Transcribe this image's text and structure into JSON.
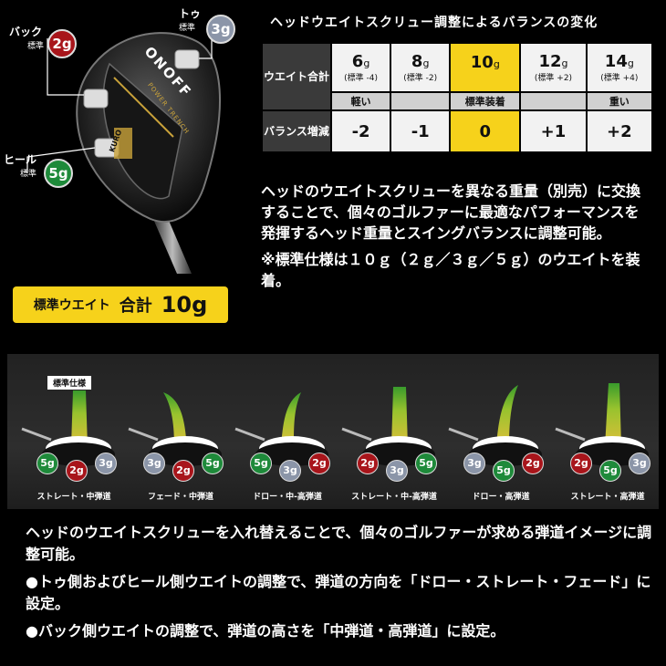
{
  "club": {
    "back": {
      "label": "バック",
      "sub": "標準",
      "weight": "2g"
    },
    "toe": {
      "label": "トゥ",
      "sub": "標準",
      "weight": "3g"
    },
    "heel": {
      "label": "ヒール",
      "sub": "標準",
      "weight": "5g"
    },
    "brand": "ONOFF",
    "head_text": "POWER TRENCH",
    "badge": "KURO"
  },
  "total": {
    "label": "標準ウエイト",
    "sum": "合計",
    "value": "10g"
  },
  "table": {
    "title": "ヘッドウエイトスクリュー調整によるバランスの変化",
    "row1_header": "ウエイト合計",
    "row2_header": "バランス増減",
    "columns": [
      {
        "weight": "6",
        "unit": "g",
        "std": "(標準 -4)",
        "note": "軽い",
        "balance": "-2",
        "highlight": false
      },
      {
        "weight": "8",
        "unit": "g",
        "std": "(標準 -2)",
        "note": "",
        "balance": "-1",
        "highlight": false
      },
      {
        "weight": "10",
        "unit": "g",
        "std": "",
        "note": "標準装着",
        "balance": "0",
        "highlight": true
      },
      {
        "weight": "12",
        "unit": "g",
        "std": "(標準 +2)",
        "note": "",
        "balance": "+1",
        "highlight": false
      },
      {
        "weight": "14",
        "unit": "g",
        "std": "(標準 +4)",
        "note": "重い",
        "balance": "+2",
        "highlight": false
      }
    ]
  },
  "desc": {
    "p1": "ヘッドのウエイトスクリューを異なる重量（別売）に交換することで、個々のゴルファーに最適なパフォーマンスを発揮するヘッド重量とスイングバランスに調整可能。",
    "p2": "※標準仕様は１０ｇ（２ｇ／３ｇ／５ｇ）のウエイトを装着。"
  },
  "panel": {
    "std_tag": "標準仕様",
    "units": [
      {
        "caption": "ストレート・中弾道",
        "left": "5g",
        "mid": "2g",
        "right": "3g",
        "left_c": "#1e8a3a",
        "mid_c": "#a8151b",
        "right_c": "#8b95a8"
      },
      {
        "caption": "フェード・中弾道",
        "left": "3g",
        "mid": "2g",
        "right": "5g",
        "left_c": "#8b95a8",
        "mid_c": "#a8151b",
        "right_c": "#1e8a3a"
      },
      {
        "caption": "ドロー・中-高弾道",
        "left": "5g",
        "mid": "3g",
        "right": "2g",
        "left_c": "#1e8a3a",
        "mid_c": "#8b95a8",
        "right_c": "#a8151b"
      },
      {
        "caption": "ストレート・中-高弾道",
        "left": "2g",
        "mid": "3g",
        "right": "5g",
        "left_c": "#a8151b",
        "mid_c": "#8b95a8",
        "right_c": "#1e8a3a"
      },
      {
        "caption": "ドロー・高弾道",
        "left": "3g",
        "mid": "5g",
        "right": "2g",
        "left_c": "#8b95a8",
        "mid_c": "#1e8a3a",
        "right_c": "#a8151b"
      },
      {
        "caption": "ストレート・高弾道",
        "left": "2g",
        "mid": "5g",
        "right": "3g",
        "left_c": "#a8151b",
        "mid_c": "#1e8a3a",
        "right_c": "#8b95a8"
      }
    ]
  },
  "bottom": {
    "p1": "ヘッドのウエイトスクリューを入れ替えることで、個々のゴルファーが求める弾道イメージに調整可能。",
    "b1": "●トゥ側およびヒール側ウエイトの調整で、弾道の方向を「ドロー・ストレート・フェード」に設定。",
    "b2": "●バック側ウエイトの調整で、弾道の高さを「中弾道・高弾道」に設定。"
  }
}
